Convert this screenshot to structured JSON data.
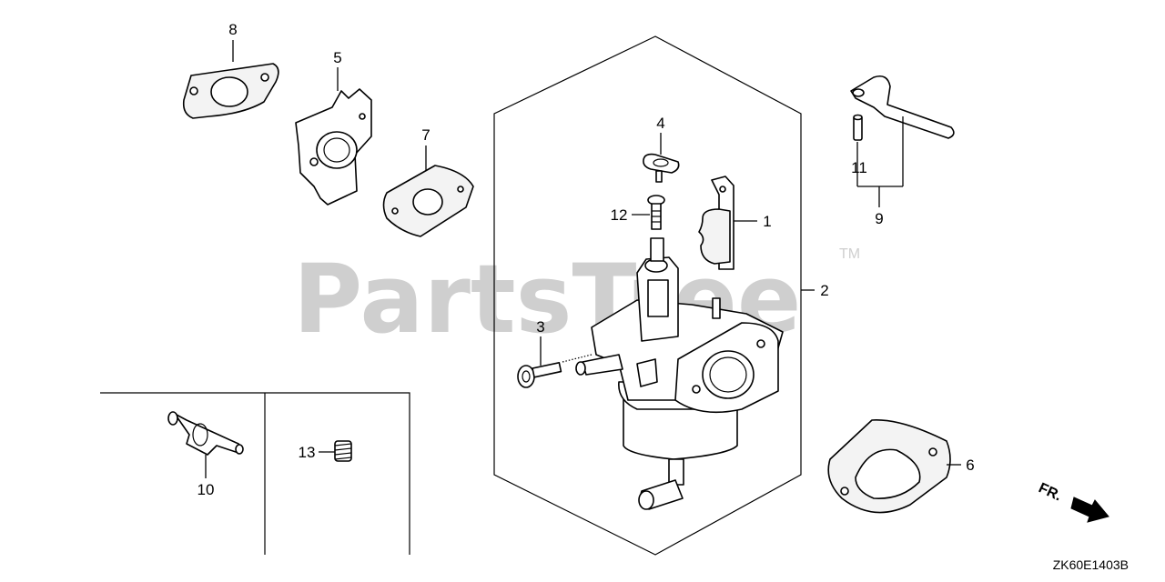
{
  "watermark": {
    "text": "PartsTree",
    "trademark": "TM"
  },
  "diagram_code": "ZK60E1403B",
  "direction_label": "FR.",
  "callouts": {
    "c1": "1",
    "c2": "2",
    "c3": "3",
    "c4": "4",
    "c5": "5",
    "c6": "6",
    "c7": "7",
    "c8": "8",
    "c9": "9",
    "c10": "10",
    "c11": "11",
    "c12": "12",
    "c13": "13"
  }
}
